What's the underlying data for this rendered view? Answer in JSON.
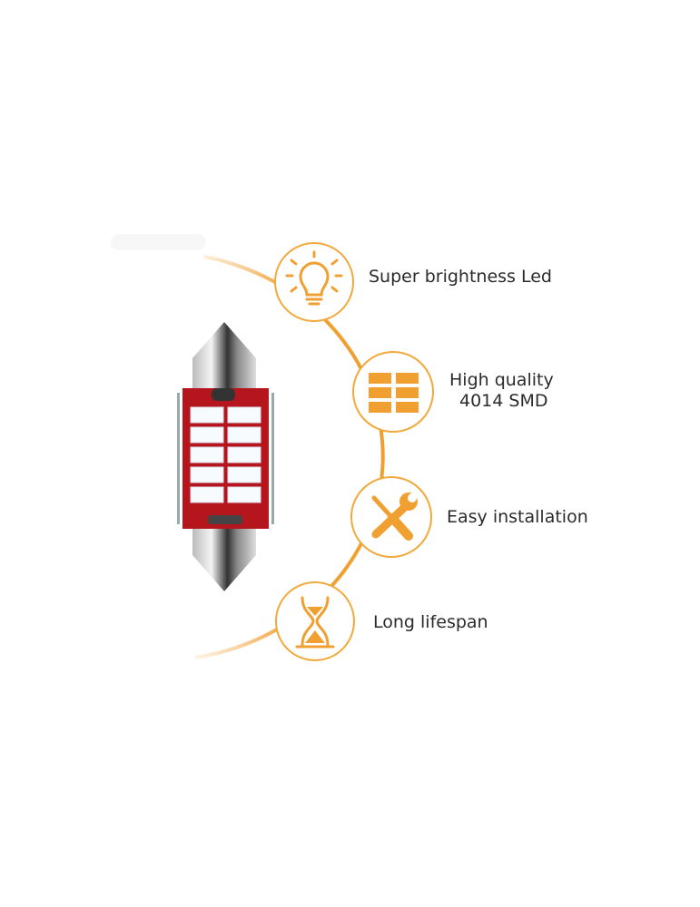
{
  "accent_color": "#f0a030",
  "features": [
    {
      "label": "Super brightness Led",
      "icon": "light-bulb-icon"
    },
    {
      "label_line1": "High quality",
      "label_line2": "4014 SMD",
      "icon": "smd-chip-grid-icon"
    },
    {
      "label": "Easy installation",
      "icon": "tools-icon"
    },
    {
      "label": "Long lifespan",
      "icon": "hourglass-icon"
    }
  ]
}
